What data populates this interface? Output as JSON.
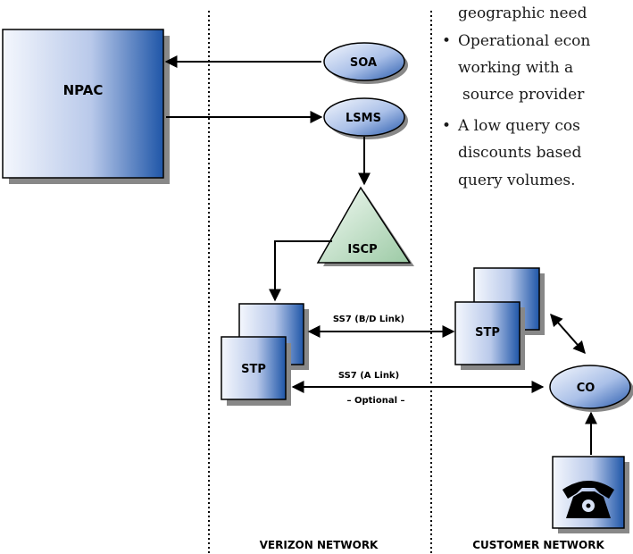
{
  "nodes": {
    "npac": "NPAC",
    "soa": "SOA",
    "lsms": "LSMS",
    "iscp": "ISCP",
    "stp_verizon": "STP",
    "stp_customer": "STP",
    "co": "CO"
  },
  "links": {
    "b_d": "SS7 (B/D Link)",
    "a": "SS7 (A Link)",
    "optional": "– Optional –"
  },
  "regions": {
    "verizon": "VERIZON NETWORK",
    "customer": "CUSTOMER NETWORK"
  },
  "bullets": [
    {
      "marker": "•",
      "lines": [
        "geographic need",
        "Operational econ",
        "working with a",
        "source provider"
      ]
    },
    {
      "marker": "•",
      "lines": [
        "A low query cos",
        "discounts based",
        "query  volumes."
      ]
    }
  ],
  "colors": {
    "box_blue": "#1f56a8",
    "box_light": "#eaf0fb",
    "iscp_green": "#cfe6d4",
    "stroke": "#000000"
  }
}
